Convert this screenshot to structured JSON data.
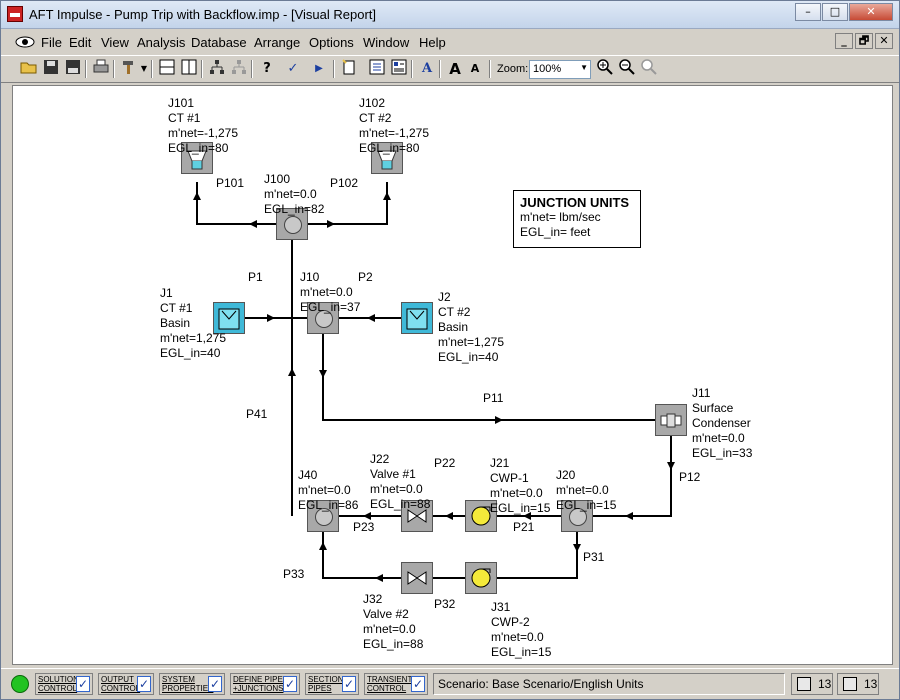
{
  "window": {
    "title": "AFT Impulse - Pump Trip with Backflow.imp - [Visual Report]",
    "controls": [
      "–",
      "□",
      "✕"
    ]
  },
  "menu": {
    "items": [
      "File",
      "Edit",
      "View",
      "Analysis",
      "Database",
      "Arrange",
      "Options",
      "Window",
      "Help"
    ],
    "mdi_controls": [
      "_",
      "🗗",
      "✕"
    ]
  },
  "toolbar": {
    "zoom_label": "Zoom:",
    "zoom_value": "100%"
  },
  "units": {
    "title": "JUNCTION UNITS",
    "line1": "m'net= lbm/sec",
    "line2": "EGL_in= feet"
  },
  "junctions": [
    {
      "id": "J101",
      "lines": [
        "J101",
        "CT #1",
        "m'net=-1,275",
        "EGL_in=80"
      ]
    },
    {
      "id": "J102",
      "lines": [
        "J102",
        "CT #2",
        "m'net=-1,275",
        "EGL_in=80"
      ]
    },
    {
      "id": "J100",
      "lines": [
        "J100",
        "m'net=0.0",
        "EGL_in=82"
      ]
    },
    {
      "id": "J1",
      "lines": [
        "J1",
        "CT #1",
        "Basin",
        "m'net=1,275",
        "EGL_in=40"
      ]
    },
    {
      "id": "J10",
      "lines": [
        "J10",
        "m'net=0.0",
        "EGL_in=37"
      ]
    },
    {
      "id": "J2",
      "lines": [
        "J2",
        "CT #2",
        "Basin",
        "m'net=1,275",
        "EGL_in=40"
      ]
    },
    {
      "id": "J11",
      "lines": [
        "J11",
        "Surface",
        "Condenser",
        "m'net=0.0",
        "EGL_in=33"
      ]
    },
    {
      "id": "J40",
      "lines": [
        "J40",
        "m'net=0.0",
        "EGL_in=86"
      ]
    },
    {
      "id": "J22",
      "lines": [
        "J22",
        "Valve #1",
        "m'net=0.0",
        "EGL_in=88"
      ]
    },
    {
      "id": "J21",
      "lines": [
        "J21",
        "CWP-1",
        "m'net=0.0",
        "EGL_in=15"
      ]
    },
    {
      "id": "J20",
      "lines": [
        "J20",
        "m'net=0.0",
        "EGL_in=15"
      ]
    },
    {
      "id": "J32",
      "lines": [
        "J32",
        "Valve #2",
        "m'net=0.0",
        "EGL_in=88"
      ]
    },
    {
      "id": "J31",
      "lines": [
        "J31",
        "CWP-2",
        "m'net=0.0",
        "EGL_in=15"
      ]
    }
  ],
  "pipes": [
    "P101",
    "P102",
    "P1",
    "P2",
    "P41",
    "P11",
    "P12",
    "P22",
    "P23",
    "P21",
    "P31",
    "P33",
    "P32"
  ],
  "status": {
    "buttons": [
      {
        "line1": "SOLUTION",
        "line2": "CONTROL"
      },
      {
        "line1": "OUTPUT",
        "line2": "CONTROL"
      },
      {
        "line1": "SYSTEM",
        "line2": "PROPERTIES"
      },
      {
        "line1": "DEFINE PIPES",
        "line2": "+JUNCTIONS"
      },
      {
        "line1": "SECTION",
        "line2": "PIPES"
      },
      {
        "line1": "TRANSIENT",
        "line2": "CONTROL"
      }
    ],
    "check": "✓",
    "scenario": "Scenario: Base Scenario/English Units",
    "pipe_count": "13",
    "junction_count": "13"
  }
}
